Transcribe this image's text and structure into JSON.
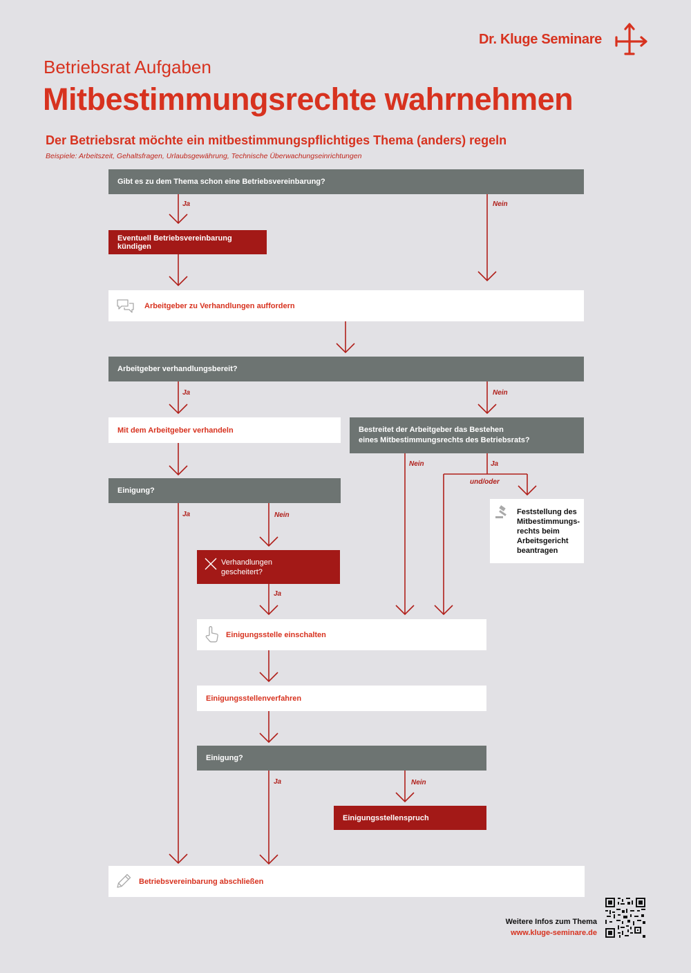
{
  "brand": {
    "name": "Dr. Kluge Seminare",
    "logo_icon": "arrows-logo-icon"
  },
  "header": {
    "supertitle": "Betriebsrat Aufgaben",
    "title": "Mitbestimmungsrechte wahrnehmen",
    "intro": "Der Betriebsrat möchte ein mitbestimmungspflichtiges Thema (anders) regeln",
    "examples": "Beispiele: Arbeitszeit, Gehaltsfragen, Urlaubsgewährung, Technische Überwachungseinrichtungen"
  },
  "nodes": {
    "q_existing": "Gibt es zu dem Thema schon eine Betriebsvereinbarung?",
    "terminate": "Eventuell Betriebsvereinbarung kündigen",
    "request": "Arbeitgeber zu Verhandlungen auffordern",
    "q_ready": "Arbeitgeber verhandlungsbereit?",
    "negotiate": "Mit dem Arbeitgeber verhandeln",
    "q_dispute_1": "Bestreitet der Arbeitgeber das Bestehen",
    "q_dispute_2": "eines Mitbestimmungsrechts des Betriebsrats?",
    "q_agree_1": "Einigung?",
    "failed_1": "Verhandlungen",
    "failed_2": "gescheitert?",
    "court_1": "Feststellung des",
    "court_2": "Mitbestimmungs-",
    "court_3": "rechts beim",
    "court_4": "Arbeitsgericht",
    "court_5": "beantragen",
    "einigungsstelle": "Einigungsstelle einschalten",
    "verfahren": "Einigungsstellenverfahren",
    "q_agree_2": "Einigung?",
    "spruch": "Einigungsstellenspruch",
    "conclude": "Betriebsvereinbarung abschließen"
  },
  "labels": {
    "yes": "Ja",
    "no": "Nein",
    "andor": "und/oder"
  },
  "icons": [
    "speech-bubbles-icon",
    "close-x-icon",
    "gavel-icon",
    "hand-pointer-icon",
    "pencil-icon",
    "qr-code-icon"
  ],
  "footer": {
    "info": "Weitere Infos zum Thema",
    "url": "www.kluge-seminare.de"
  },
  "colors": {
    "background": "#e2e1e5",
    "accent": "#d7321f",
    "dark_red": "#a31917",
    "gray": "#6d7472",
    "line": "#b01f1a"
  }
}
